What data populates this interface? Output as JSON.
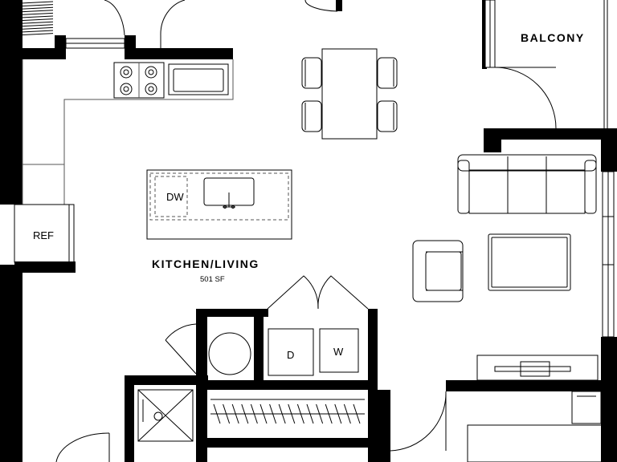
{
  "labels": {
    "balcony": "BALCONY",
    "kitchen_living": "KITCHEN/LIVING",
    "area": "501 SF",
    "refrigerator": "REF",
    "dishwasher": "DW",
    "dryer": "D",
    "washer": "W"
  },
  "colors": {
    "wall": "#000000",
    "line": "#000000",
    "fixture_line": "#555555",
    "background": "#ffffff"
  }
}
